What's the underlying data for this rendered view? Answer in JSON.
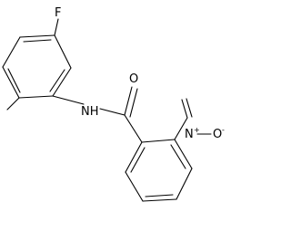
{
  "molecule": {
    "atoms": {
      "fluorine": "F",
      "oxygen_carbonyl": "O",
      "amide_nh": "NH",
      "nitro_n": "N",
      "nitro_n_charge": "+",
      "nitro_o": "O",
      "nitro_o_charge": "-"
    }
  }
}
